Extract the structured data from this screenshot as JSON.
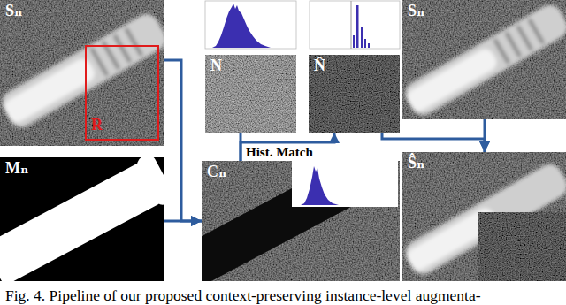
{
  "diagram": {
    "caption": "Fig. 4. Pipeline of our proposed context-preserving instance-level augmenta-",
    "nodes": [
      {
        "text": [
          "Sₙ"
        ]
      },
      {
        "text": [
          "N"
        ]
      },
      {
        "text": [
          "N̂"
        ]
      },
      {
        "text": [
          "Sₙ"
        ]
      },
      {
        "text": [
          "Mₙ"
        ]
      },
      {
        "text": [
          "Cₙ"
        ]
      },
      {
        "text": [
          "Ŝₙ"
        ]
      }
    ],
    "edges": [
      {
        "from": 0,
        "to": 5,
        "arrow": "to"
      },
      {
        "from": 4,
        "to": 5,
        "arrow": "to"
      },
      {
        "from": 5,
        "to": 1,
        "arrow": "none"
      },
      {
        "from": 5,
        "to": 2,
        "label": "Hist. Match",
        "arrow": "to"
      },
      {
        "from": 2,
        "to": 6,
        "arrow": "to"
      },
      {
        "from": 3,
        "to": 6,
        "arrow": "to"
      }
    ],
    "labels": [
      "R"
    ]
  }
}
